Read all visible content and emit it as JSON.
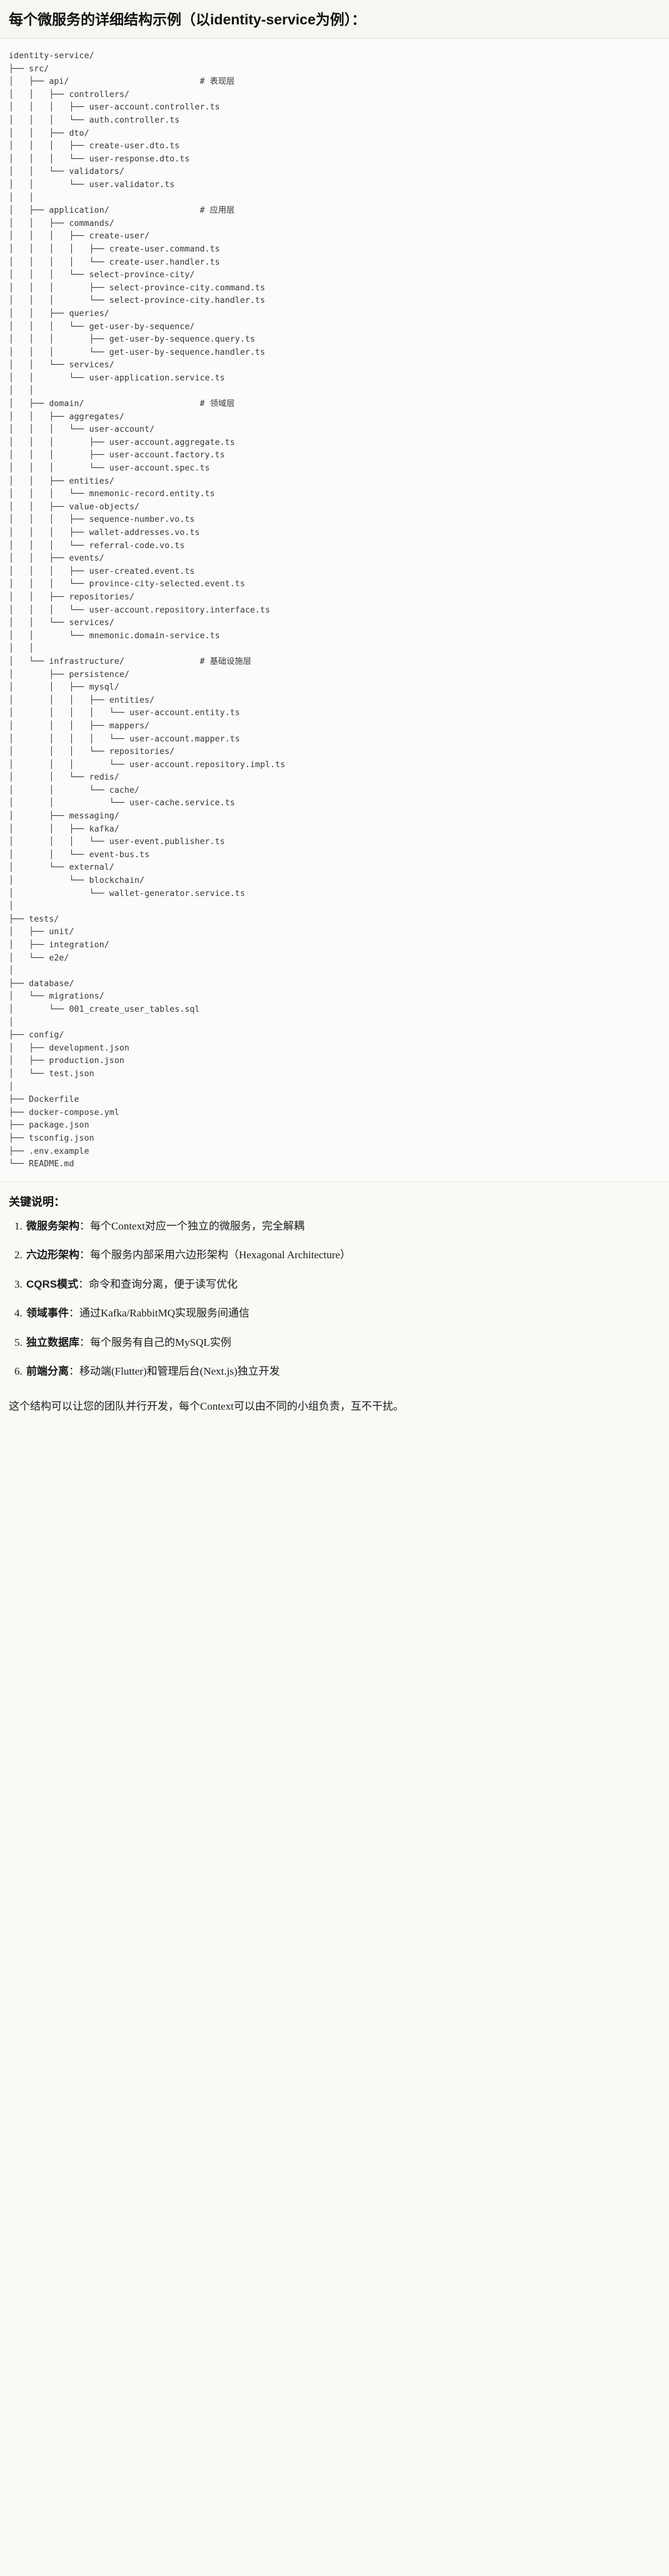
{
  "header": {
    "title": "每个微服务的详细结构示例（以identity-service为例）："
  },
  "tree": {
    "root_label": "identity-service/",
    "text": "identity-service/\n├── src/\n│   ├── api/                          # 表现层\n│   │   ├── controllers/\n│   │   │   ├── user-account.controller.ts\n│   │   │   └── auth.controller.ts\n│   │   ├── dto/\n│   │   │   ├── create-user.dto.ts\n│   │   │   └── user-response.dto.ts\n│   │   └── validators/\n│   │       └── user.validator.ts\n│   │\n│   ├── application/                  # 应用层\n│   │   ├── commands/\n│   │   │   ├── create-user/\n│   │   │   │   ├── create-user.command.ts\n│   │   │   │   └── create-user.handler.ts\n│   │   │   └── select-province-city/\n│   │   │       ├── select-province-city.command.ts\n│   │   │       └── select-province-city.handler.ts\n│   │   ├── queries/\n│   │   │   └── get-user-by-sequence/\n│   │   │       ├── get-user-by-sequence.query.ts\n│   │   │       └── get-user-by-sequence.handler.ts\n│   │   └── services/\n│   │       └── user-application.service.ts\n│   │\n│   ├── domain/                       # 领域层\n│   │   ├── aggregates/\n│   │   │   └── user-account/\n│   │   │       ├── user-account.aggregate.ts\n│   │   │       ├── user-account.factory.ts\n│   │   │       └── user-account.spec.ts\n│   │   ├── entities/\n│   │   │   └── mnemonic-record.entity.ts\n│   │   ├── value-objects/\n│   │   │   ├── sequence-number.vo.ts\n│   │   │   ├── wallet-addresses.vo.ts\n│   │   │   └── referral-code.vo.ts\n│   │   ├── events/\n│   │   │   ├── user-created.event.ts\n│   │   │   └── province-city-selected.event.ts\n│   │   ├── repositories/\n│   │   │   └── user-account.repository.interface.ts\n│   │   └── services/\n│   │       └── mnemonic.domain-service.ts\n│   │\n│   └── infrastructure/               # 基础设施层\n│       ├── persistence/\n│       │   ├── mysql/\n│       │   │   ├── entities/\n│       │   │   │   └── user-account.entity.ts\n│       │   │   ├── mappers/\n│       │   │   │   └── user-account.mapper.ts\n│       │   │   └── repositories/\n│       │   │       └── user-account.repository.impl.ts\n│       │   └── redis/\n│       │       └── cache/\n│       │           └── user-cache.service.ts\n│       ├── messaging/\n│       │   ├── kafka/\n│       │   │   └── user-event.publisher.ts\n│       │   └── event-bus.ts\n│       └── external/\n│           └── blockchain/\n│               └── wallet-generator.service.ts\n│\n├── tests/\n│   ├── unit/\n│   ├── integration/\n│   └── e2e/\n│\n├── database/\n│   └── migrations/\n│       └── 001_create_user_tables.sql\n│\n├── config/\n│   ├── development.json\n│   ├── production.json\n│   └── test.json\n│\n├── Dockerfile\n├── docker-compose.yml\n├── package.json\n├── tsconfig.json\n├── .env.example\n└── README.md"
  },
  "notes": {
    "title": "关键说明：",
    "items": [
      {
        "term": "微服务架构",
        "sep": "：",
        "desc": "每个Context对应一个独立的微服务，完全解耦"
      },
      {
        "term": "六边形架构",
        "sep": "：",
        "desc": "每个服务内部采用六边形架构（Hexagonal Architecture）"
      },
      {
        "term": "CQRS模式",
        "sep": "：",
        "desc": "命令和查询分离，便于读写优化"
      },
      {
        "term": "领域事件",
        "sep": "：",
        "desc": "通过Kafka/RabbitMQ实现服务间通信"
      },
      {
        "term": "独立数据库",
        "sep": "：",
        "desc": "每个服务有自己的MySQL实例"
      },
      {
        "term": "前端分离",
        "sep": "：",
        "desc": "移动端(Flutter)和管理后台(Next.js)独立开发"
      }
    ]
  },
  "closing": {
    "text": "这个结构可以让您的团队并行开发，每个Context可以由不同的小组负责，互不干扰。"
  },
  "colors": {
    "page_bg": "#faf9f6",
    "header_bg": "#f7f6f1",
    "code_bg": "#fcfbf9",
    "text": "#1a1a1a",
    "code_text": "#32363d",
    "rule": "#e2e0da"
  }
}
